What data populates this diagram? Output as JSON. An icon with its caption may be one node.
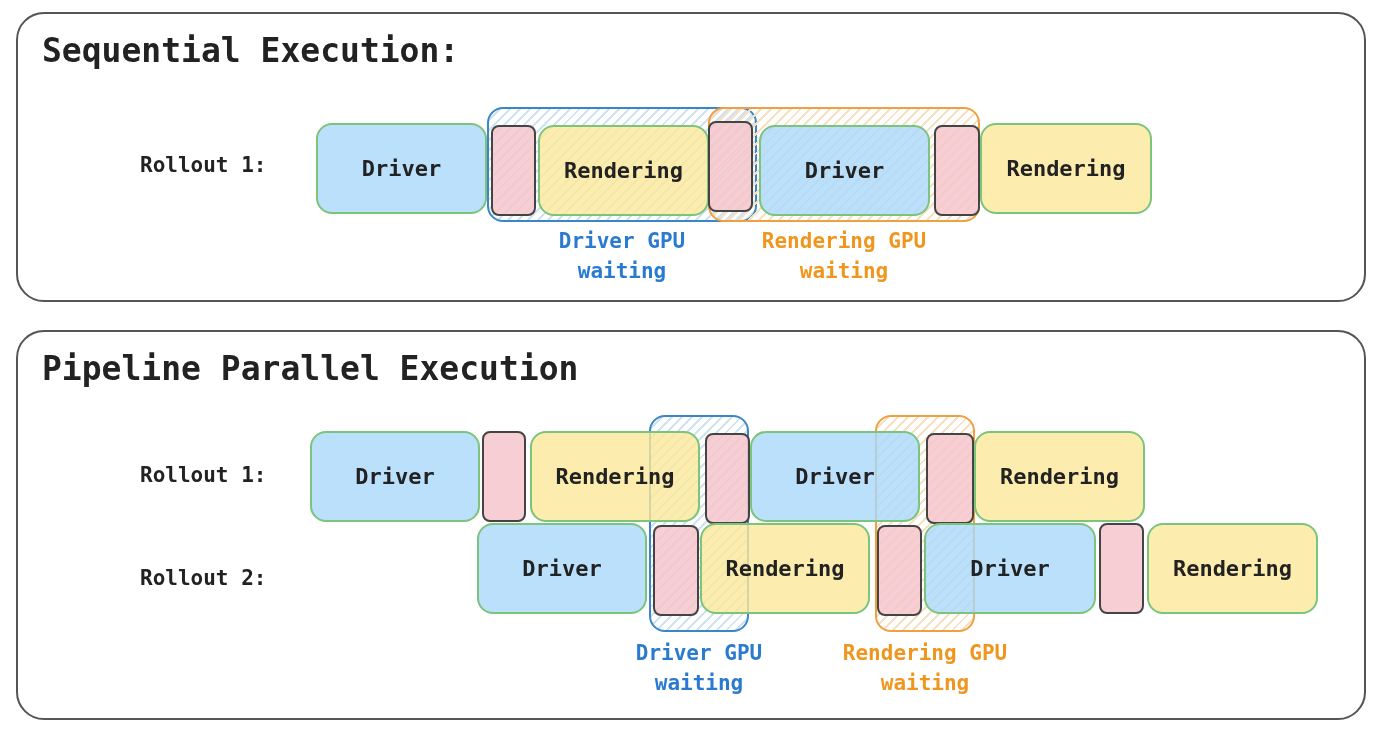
{
  "diagram": {
    "nodes": [
      {
        "text": [
          "Sequential Execution:"
        ]
      },
      {
        "text": [],
        "shape": "box",
        "in": 0,
        "beside": [
          "Driver GPU waiting"
        ]
      },
      {
        "text": [],
        "shape": "box",
        "in": 0,
        "beside": [
          "Rendering GPU waiting"
        ]
      },
      {
        "text": [
          "Driver"
        ],
        "in": 0
      },
      {
        "text": [],
        "shape": "box",
        "in": 1
      },
      {
        "text": [
          "Rendering"
        ],
        "in": 1
      },
      {
        "text": [],
        "shape": "box"
      },
      {
        "text": [
          "Driver"
        ],
        "in": 2
      },
      {
        "text": [],
        "shape": "box",
        "in": 2
      },
      {
        "text": [
          "Rendering"
        ],
        "in": 0
      },
      {
        "text": [
          "Pipeline Parallel Execution"
        ]
      },
      {
        "text": [],
        "shape": "box",
        "in": 10,
        "beside": [
          "Driver GPU waiting"
        ]
      },
      {
        "text": [],
        "shape": "box",
        "in": 10,
        "beside": [
          "Rendering GPU waiting"
        ]
      },
      {
        "text": [
          "Driver"
        ],
        "in": 10
      },
      {
        "text": [],
        "shape": "box",
        "in": 10
      },
      {
        "text": [
          "Rendering"
        ],
        "in": 10
      },
      {
        "text": [],
        "shape": "box",
        "in": 11
      },
      {
        "text": [
          "Driver"
        ],
        "in": 10
      },
      {
        "text": [],
        "shape": "box",
        "in": 12
      },
      {
        "text": [
          "Rendering"
        ],
        "in": 10
      },
      {
        "text": [
          "Driver"
        ],
        "in": 10
      },
      {
        "text": [],
        "shape": "box",
        "in": 11
      },
      {
        "text": [
          "Rendering"
        ],
        "in": 10
      },
      {
        "text": [],
        "shape": "box",
        "in": 12
      },
      {
        "text": [
          "Driver"
        ],
        "in": 10
      },
      {
        "text": [],
        "shape": "box",
        "in": 10
      },
      {
        "text": [
          "Rendering"
        ],
        "in": 10
      }
    ],
    "labels": [
      "Rollout 1:",
      "Rollout 1:",
      "Rollout 2:"
    ]
  }
}
